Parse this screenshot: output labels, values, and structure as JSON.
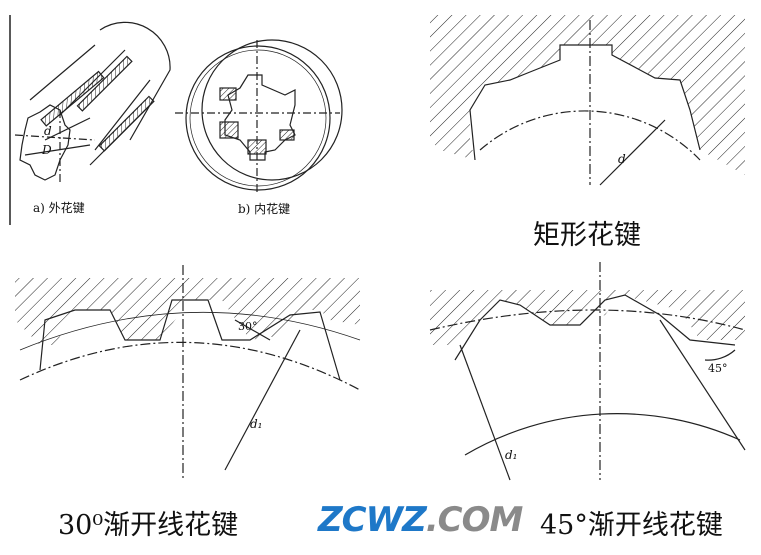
{
  "panels": {
    "perspective": {
      "external_caption": "a) 外花键",
      "internal_caption": "b) 内花键",
      "label_d": "d",
      "label_D": "D"
    },
    "rectangular": {
      "caption": "矩形花键",
      "label_d": "d"
    },
    "involute30": {
      "caption": "30⁰渐开线花键",
      "angle_label": "30°",
      "label_d1": "d₁"
    },
    "involute45": {
      "caption": "45°渐开线花键",
      "angle_label": "45°",
      "label_d1": "d₁"
    }
  },
  "watermark": {
    "part1": "ZCWZ",
    "part2": ".COM"
  }
}
